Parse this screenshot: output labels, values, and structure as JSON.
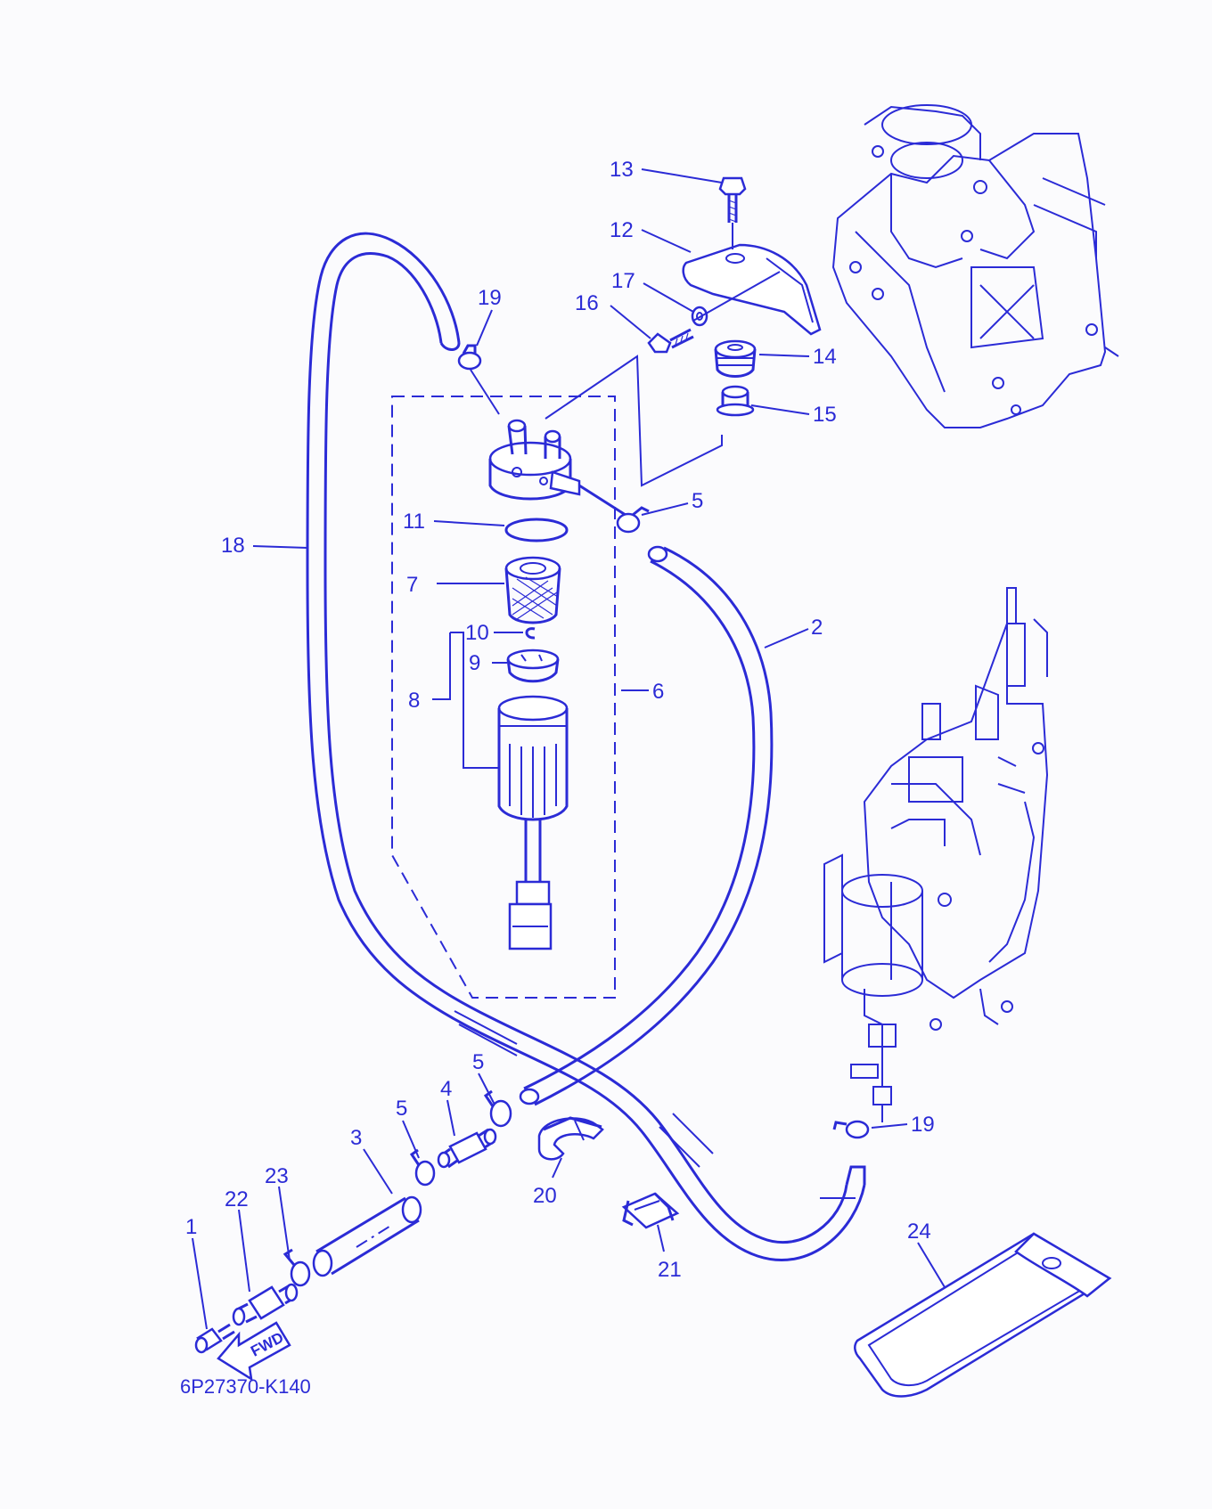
{
  "diagram": {
    "ink_color": "#2b2bd6",
    "background_color": "#fbfbfd",
    "drawing_code": "6P27370-K140",
    "direction_marker": {
      "text": "FWD",
      "icon": "arrow-left-icon"
    },
    "callouts": [
      {
        "id": "c13",
        "text": "13"
      },
      {
        "id": "c12",
        "text": "12"
      },
      {
        "id": "c17",
        "text": "17"
      },
      {
        "id": "c16",
        "text": "16"
      },
      {
        "id": "c19a",
        "text": "19"
      },
      {
        "id": "c14",
        "text": "14"
      },
      {
        "id": "c15",
        "text": "15"
      },
      {
        "id": "c5a",
        "text": "5"
      },
      {
        "id": "c11",
        "text": "11"
      },
      {
        "id": "c18",
        "text": "18"
      },
      {
        "id": "c7",
        "text": "7"
      },
      {
        "id": "c2",
        "text": "2"
      },
      {
        "id": "c10",
        "text": "10"
      },
      {
        "id": "c9",
        "text": "9"
      },
      {
        "id": "c6",
        "text": "6"
      },
      {
        "id": "c8",
        "text": "8"
      },
      {
        "id": "c5b",
        "text": "5"
      },
      {
        "id": "c4",
        "text": "4"
      },
      {
        "id": "c5c",
        "text": "5"
      },
      {
        "id": "c3",
        "text": "3"
      },
      {
        "id": "c19b",
        "text": "19"
      },
      {
        "id": "c20",
        "text": "20"
      },
      {
        "id": "c23",
        "text": "23"
      },
      {
        "id": "c22",
        "text": "22"
      },
      {
        "id": "c24",
        "text": "24"
      },
      {
        "id": "c1",
        "text": "1"
      },
      {
        "id": "c21",
        "text": "21"
      }
    ]
  }
}
